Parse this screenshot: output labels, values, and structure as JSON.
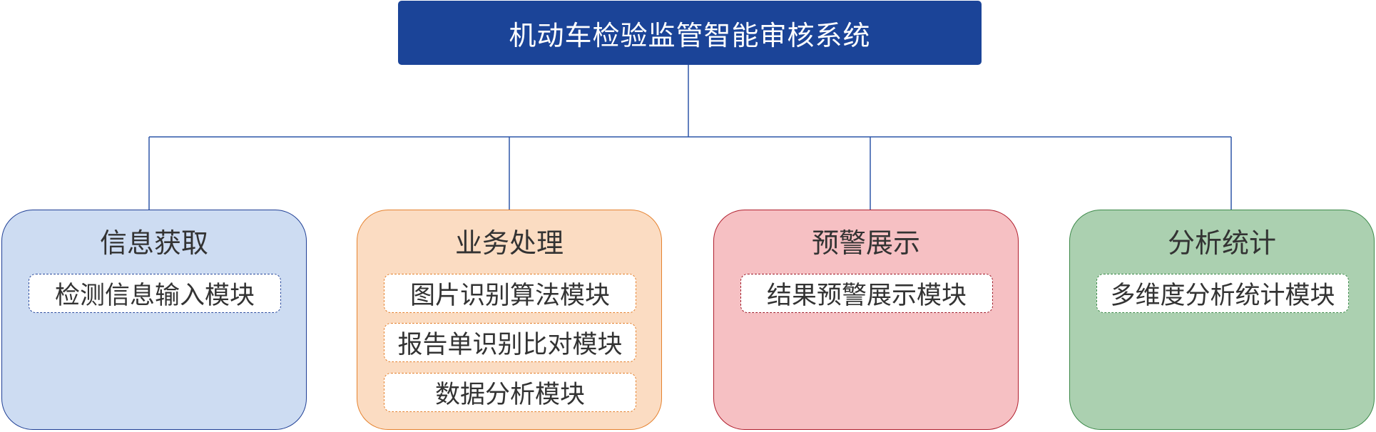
{
  "root": {
    "title": "机动车检验监管智能审核系统"
  },
  "colors": {
    "root_fill": "#1b4498",
    "connector": "#2d56a8"
  },
  "categories": [
    {
      "title": "信息获取",
      "fill": "#cddcf2",
      "border": "#1f3f95",
      "module_border": "#2b4c9f",
      "modules": [
        "检测信息输入模块"
      ]
    },
    {
      "title": "业务处理",
      "fill": "#fbdcc2",
      "border": "#e5822f",
      "module_border": "#e5822f",
      "modules": [
        "图片识别算法模块",
        "报告单识别比对模块",
        "数据分析模块"
      ]
    },
    {
      "title": "预警展示",
      "fill": "#f6c0c3",
      "border": "#b01e2d",
      "module_border": "#a01a28",
      "modules": [
        "结果预警展示模块"
      ]
    },
    {
      "title": "分析统计",
      "fill": "#abd0b0",
      "border": "#3d8a4a",
      "module_border": "#3d8a4a",
      "modules": [
        "多维度分析统计模块"
      ]
    }
  ]
}
